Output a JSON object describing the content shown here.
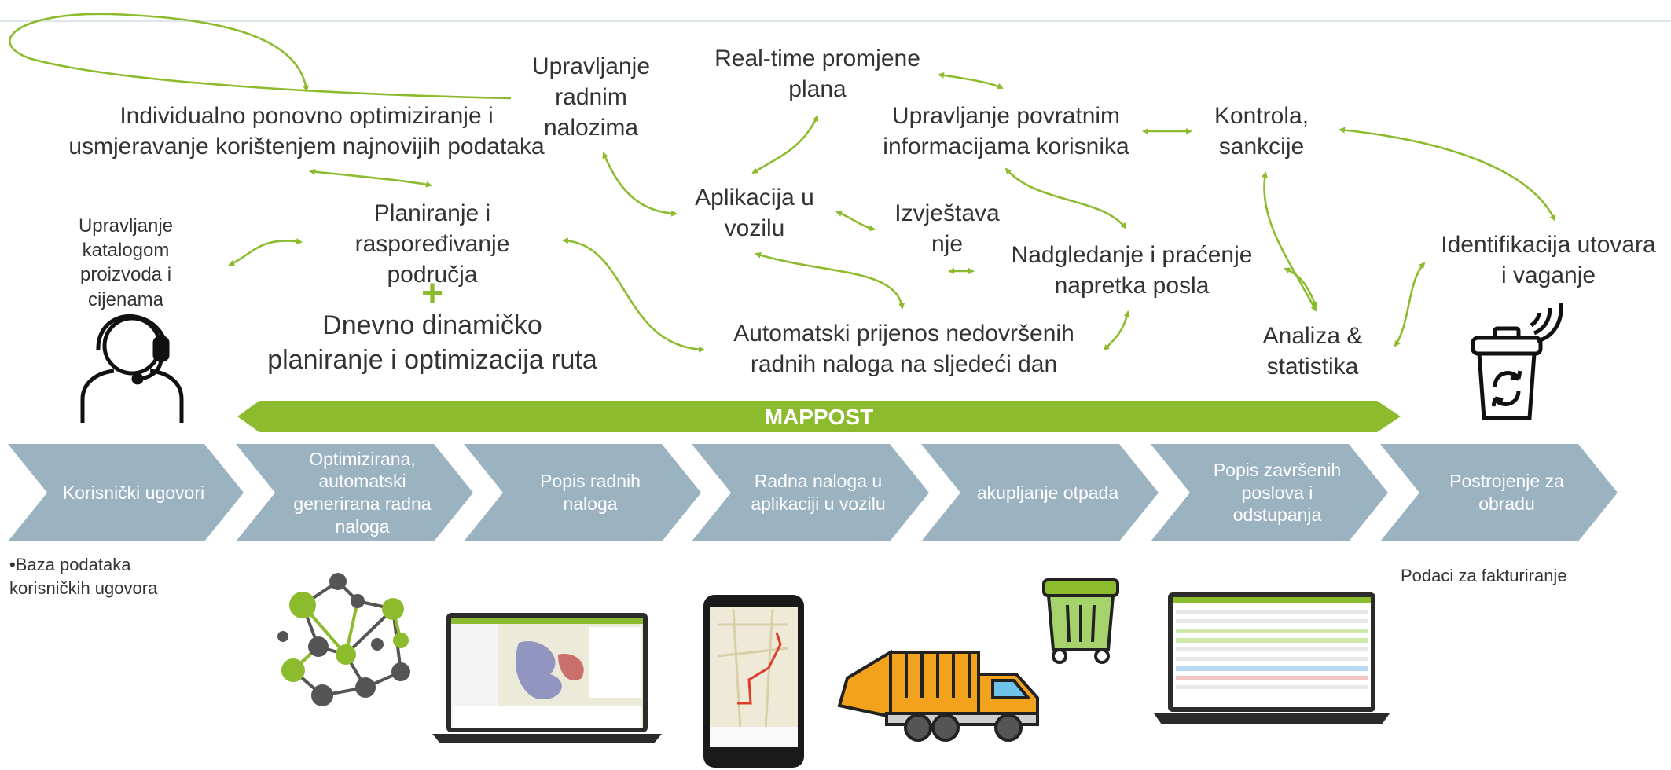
{
  "colors": {
    "accent": "#8dbb2e",
    "chevron": "#9bb3c1",
    "text": "#333333"
  },
  "labels": {
    "reopt": "Individualno ponovno optimiziranje i\nusmjeravanje korištenjem najnovijih podataka",
    "work_orders_mgmt": "Upravljanje\nradnim\nnalozima",
    "realtime": "Real-time promjene\nplana",
    "feedback": "Upravljanje povratnim\ninformacijama korisnika",
    "control": "Kontrola,\nsankcije",
    "catalog": "Upravljanje\nkatalogom\nproizvoda i\ncijenama",
    "planning": "Planiranje i\nraspoređivanje\npodručja",
    "daily": "Dnevno dinamičko\nplaniranje i optimizacija ruta",
    "vehicle_app": "Aplikacija u\nvozilu",
    "reporting": "Izvještava\nnje",
    "monitoring": "Nadgledanje i praćenje\nnapretka posla",
    "identification": "Identifikacija utovara\ni vaganje",
    "transfer": "Automatski prijenos nedovršenih\nradnih naloga na sljedeći dan",
    "analysis": "Analiza &\nstatistika"
  },
  "bar_label": "MAPPOST",
  "steps": [
    "Korisnički ugovori",
    "Optimizirana,\nautomatski\ngenerirana radna\nnaloga",
    "Popis radnih\nnaloga",
    "Radna naloga u\naplikaciji u vozilu",
    "akupljanje otpada",
    "Popis završenih\nposlova i\nodstupanja",
    "Postrojenje za\nobradu"
  ],
  "notes": {
    "db": "•Baza podataka\n korisničkih ugovora",
    "billing": "Podaci za fakturiranje"
  },
  "icons": [
    "operator-headset-icon",
    "smart-bin-icon",
    "network-graph-icon",
    "laptop-map-icon",
    "tablet-map-icon",
    "garbage-truck-icon",
    "green-bin-icon",
    "laptop-table-icon"
  ]
}
